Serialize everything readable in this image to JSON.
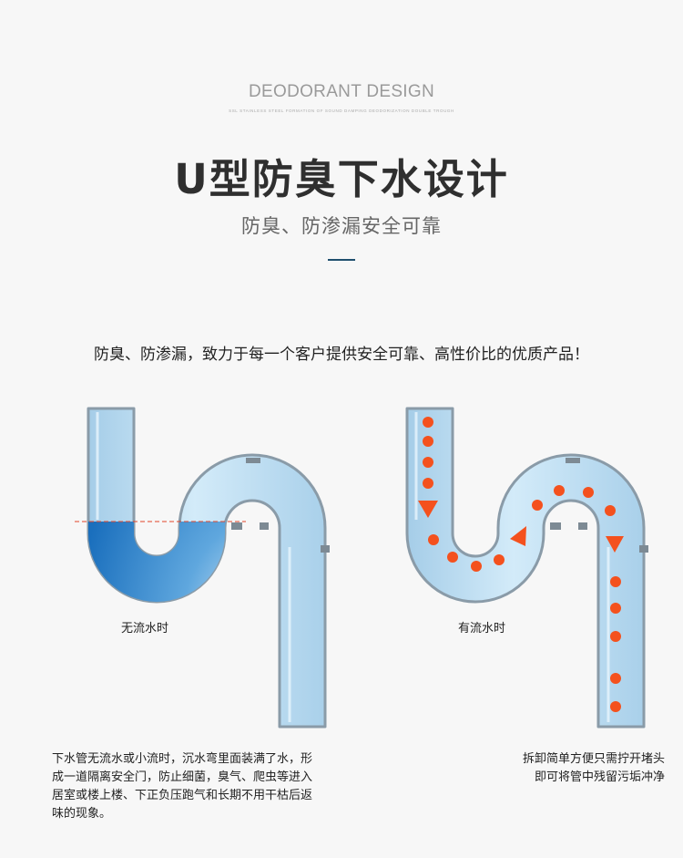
{
  "header": {
    "en_title": "DEODORANT DESIGN",
    "en_subtitle": "SSL STAINLESS STEEL FORMATION OF SOUND DAMPING DEODORIZATION DOUBLE TROUGH",
    "title": "U型防臭下水设计",
    "subtitle": "防臭、防渗漏安全可靠",
    "accent_color": "#1f4f6e"
  },
  "tagline": "防臭、防渗漏，致力于每一个客户提供安全可靠、高性价比的优质产品！",
  "left_panel": {
    "caption": "无流水时",
    "description_lines": [
      "下水管无流水或小流时，沉水弯里面装满了水，形",
      "成一道隔离安全门，防止细菌，臭气、爬虫等进入",
      "居室或楼上楼、下正负压跑气和长期不用干枯后返",
      "味的现象。"
    ],
    "water_color": "#2a86cf"
  },
  "right_panel": {
    "caption": "有流水时",
    "description_lines": [
      "拆卸简单方便只需拧开堵头",
      "即可将管中残留污垢冲净"
    ],
    "flow_color": "#f4511e"
  },
  "colors": {
    "pipe_fill": "#b9dcf2",
    "pipe_edge": "#8a9ba8",
    "background": "#f7f7f7"
  }
}
